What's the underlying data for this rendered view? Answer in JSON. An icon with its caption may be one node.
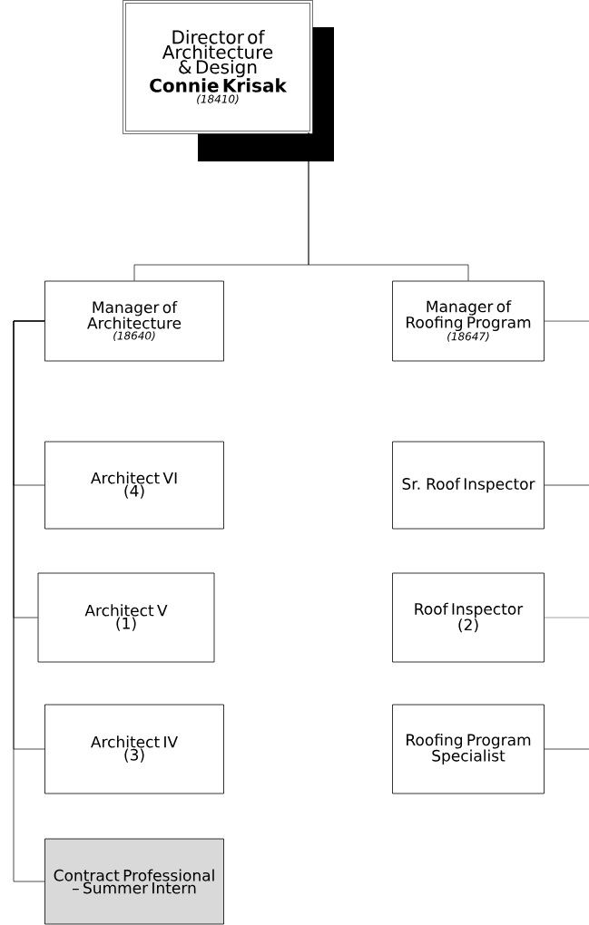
{
  "diagram": {
    "nodes": [
      {
        "text": [
          "Director of Architecture & Design",
          "Connie Krisak",
          "(18410)"
        ]
      },
      {
        "text": [
          "Manager of Architecture",
          "(18640)"
        ]
      },
      {
        "text": [
          "Manager of Roofing Program",
          "(18647)"
        ]
      },
      {
        "text": [
          "Architect VI",
          "(4)"
        ]
      },
      {
        "text": [
          "Sr. Roof Inspector"
        ]
      },
      {
        "text": [
          "Architect V",
          "(1)"
        ]
      },
      {
        "text": [
          "Roof Inspector",
          "(2)"
        ]
      },
      {
        "text": [
          "Architect IV",
          "(3)"
        ]
      },
      {
        "text": [
          "Roofing Program Specialist"
        ]
      },
      {
        "text": [
          "Contract Professional – Summer Intern"
        ]
      }
    ],
    "edges": [
      {
        "from": 0,
        "to": 1,
        "arrow": "none"
      },
      {
        "from": 0,
        "to": 2,
        "arrow": "none"
      },
      {
        "from": 1,
        "to": 3,
        "arrow": "none"
      },
      {
        "from": 1,
        "to": 5,
        "arrow": "none"
      },
      {
        "from": 1,
        "to": 7,
        "arrow": "none"
      },
      {
        "from": 1,
        "to": 9,
        "arrow": "none"
      },
      {
        "from": 2,
        "to": null,
        "arrow": "none"
      },
      {
        "from": 4,
        "to": null,
        "arrow": "none"
      },
      {
        "from": 6,
        "to": null,
        "arrow": "none"
      },
      {
        "from": 8,
        "to": null,
        "arrow": "none"
      }
    ]
  }
}
